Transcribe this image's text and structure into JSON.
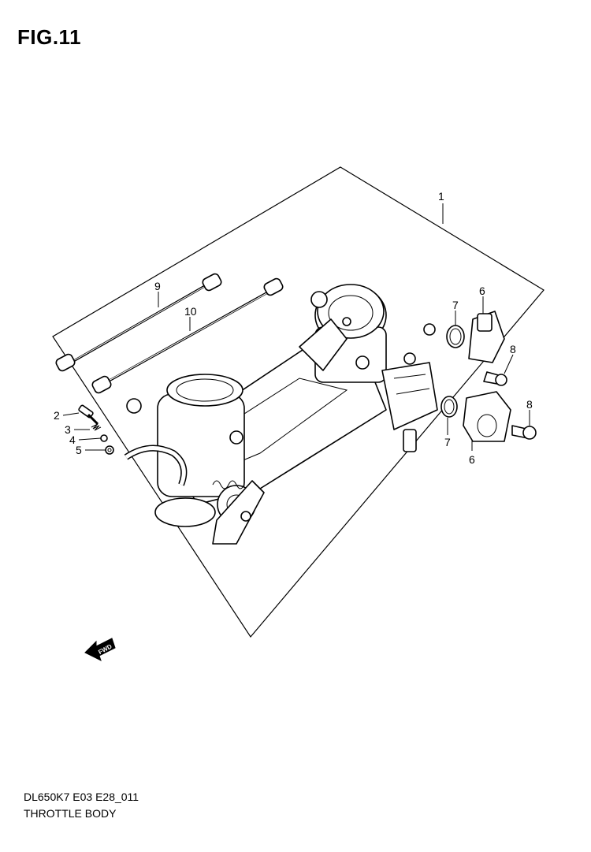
{
  "figure": {
    "title": "FIG.11"
  },
  "footer": {
    "code": "DL650K7 E03 E28_011",
    "caption": "THROTTLE BODY"
  },
  "callouts": [
    "1",
    "2",
    "3",
    "4",
    "5",
    "6",
    "6",
    "7",
    "7",
    "8",
    "8",
    "9",
    "10"
  ],
  "icons": {
    "forward_arrow": "fwd-arrow-icon",
    "forward_label": "FWD"
  }
}
